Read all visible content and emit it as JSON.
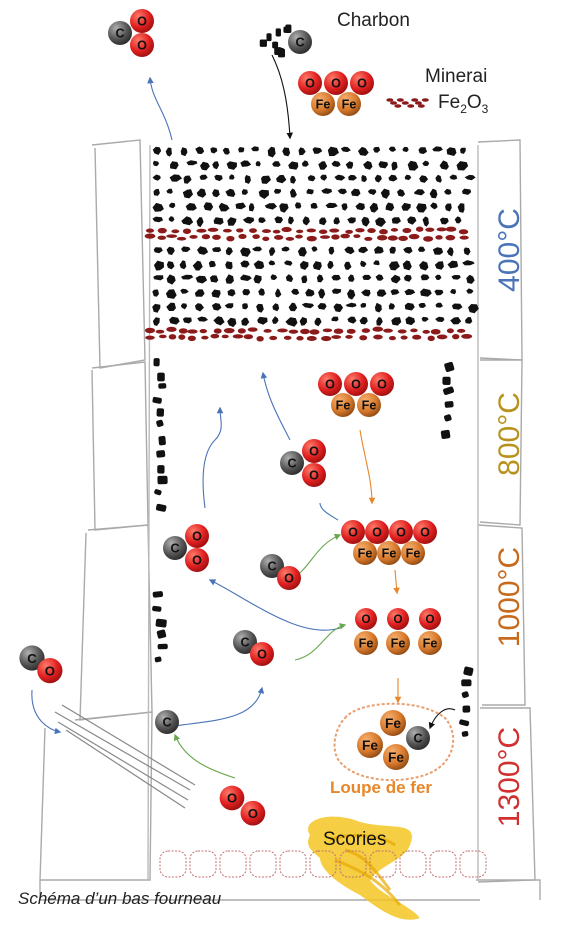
{
  "labels": {
    "charbon": "Charbon",
    "minerai": "Minerai",
    "formula_base": "Fe",
    "formula_sub1": "2",
    "formula_o": "O",
    "formula_sub2": "3",
    "loupe": "Loupe de fer",
    "scories": "Scories",
    "caption": "Schéma d’un bas fourneau"
  },
  "temperatures": [
    {
      "label": "400°C",
      "color": "#4a74b8"
    },
    {
      "label": "800°C",
      "color": "#b8921c"
    },
    {
      "label": "1000°C",
      "color": "#c86a1c"
    },
    {
      "label": "1300°C",
      "color": "#d23030"
    }
  ],
  "atoms": {
    "carbon": "C",
    "oxygen": "O",
    "iron": "Fe"
  },
  "colors": {
    "oxygen": "#e02020",
    "iron": "#d97a2c",
    "carbon": "#555555",
    "coal": "#111111",
    "ore": "#8b1a1a",
    "arrow_blue": "#4a74b8",
    "arrow_green": "#6aa84f",
    "arrow_orange": "#e8862a",
    "bloom_outline": "#e8a070",
    "slag": "#f3c623"
  }
}
